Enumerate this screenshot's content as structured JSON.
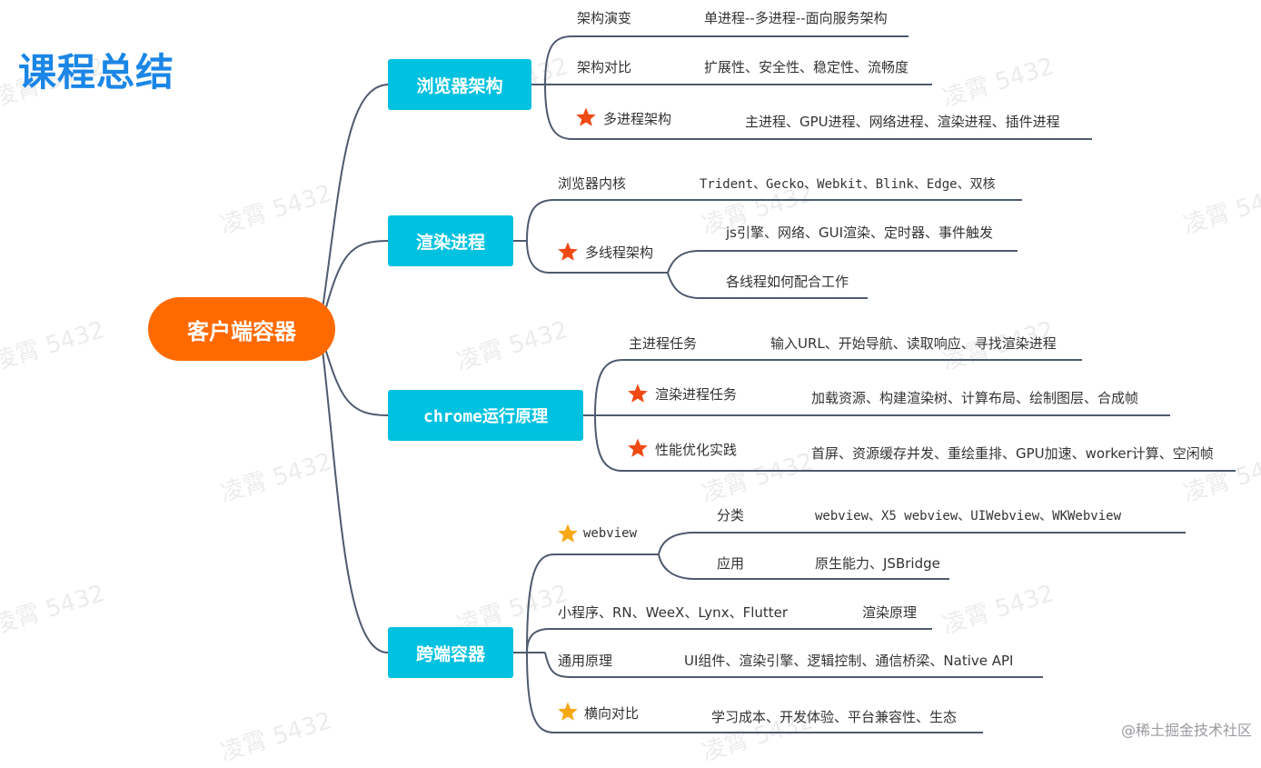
{
  "title": "课程总结",
  "root": "客户端容器",
  "topics": {
    "browser_arch": "浏览器架构",
    "render_process": "渲染进程",
    "chrome_principle": "chrome运行原理",
    "cross_platform": "跨端容器"
  },
  "browser_arch": {
    "evolution": {
      "label": "架构演变",
      "value": "单进程--多进程--面向服务架构"
    },
    "comparison": {
      "label": "架构对比",
      "value": "扩展性、安全性、稳定性、流畅度"
    },
    "multiprocess": {
      "label": "多进程架构",
      "value": "主进程、GPU进程、网络进程、渲染进程、插件进程"
    }
  },
  "render_process": {
    "kernel": {
      "label": "浏览器内核",
      "value": "Trident、Gecko、Webkit、Blink、Edge、双核"
    },
    "multithread": {
      "label": "多线程架构",
      "value1": "js引擎、网络、GUI渲染、定时器、事件触发",
      "value2": "各线程如何配合工作"
    }
  },
  "chrome_principle": {
    "main_task": {
      "label": "主进程任务",
      "value": "输入URL、开始导航、读取响应、寻找渲染进程"
    },
    "render_task": {
      "label": "渲染进程任务",
      "value": "加载资源、构建渲染树、计算布局、绘制图层、合成帧"
    },
    "perf": {
      "label": "性能优化实践",
      "value": "首屏、资源缓存并发、重绘重排、GPU加速、worker计算、空闲帧"
    }
  },
  "cross_platform": {
    "webview": {
      "label": "webview",
      "category": {
        "label": "分类",
        "value": "webview、X5 webview、UIWebview、WKWebview"
      },
      "application": {
        "label": "应用",
        "value": "原生能力、JSBridge"
      }
    },
    "frameworks": {
      "label": "小程序、RN、WeeX、Lynx、Flutter",
      "value": "渲染原理"
    },
    "common": {
      "label": "通用原理",
      "value": "UI组件、渲染引擎、逻辑控制、通信桥梁、Native API"
    },
    "compare": {
      "label": "横向对比",
      "value": "学习成本、开发体验、平台兼容性、生态"
    }
  },
  "watermark": "凌霄 5432",
  "credit": "@稀土掘金技术社区",
  "colors": {
    "title": "#1b86e6",
    "root": "#ff6a00",
    "topic": "#00c1df",
    "line": "#4e5a6e",
    "star_red": "#f04a14",
    "star_orange": "#f7a815"
  }
}
